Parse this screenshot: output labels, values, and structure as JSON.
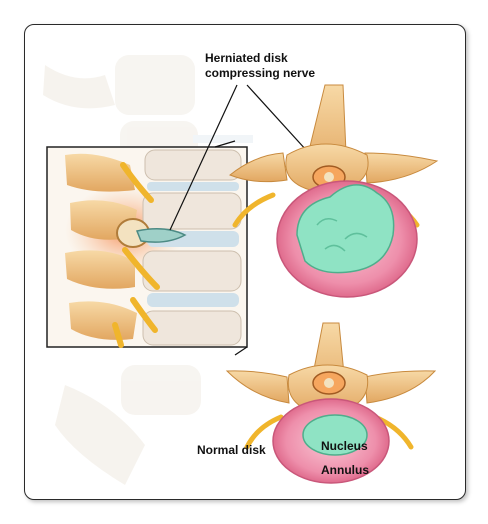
{
  "labels": {
    "herniated_line1": "Herniated disk",
    "herniated_line2": "compressing nerve",
    "normal_disk": "Normal disk",
    "nucleus": "Nucleus",
    "annulus": "Annulus"
  },
  "colors": {
    "bone": "#f2c98a",
    "bone_dark": "#d99a4a",
    "nerve": "#f0b52c",
    "annulus": "#e9799a",
    "annulus_light": "#f6b7c8",
    "nucleus": "#8fe3c4",
    "inflammation": "#f6a06a",
    "frame": "#2a2a2a"
  }
}
